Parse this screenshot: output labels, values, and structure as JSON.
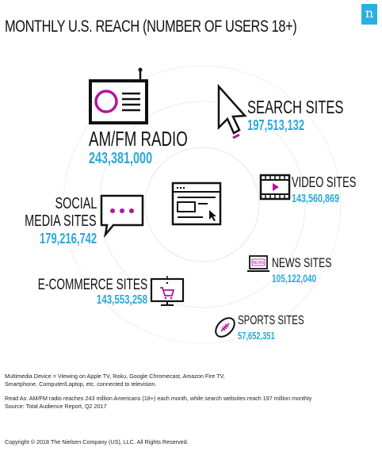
{
  "header": {
    "title": "MONTHLY U.S. REACH (NUMBER OF USERS 18+)",
    "brand_logo_letter": "n"
  },
  "items": [
    {
      "label": "AM/FM RADIO",
      "value": "243,381,000",
      "icon": "radio-icon"
    },
    {
      "label": "SEARCH SITES",
      "value": "197,513,132",
      "icon": "cursor-icon"
    },
    {
      "label": "VIDEO SITES",
      "value": "143,560,869",
      "icon": "film-icon"
    },
    {
      "label_line1": "SOCIAL",
      "label_line2": "MEDIA SITES",
      "value": "179,216,742",
      "icon": "chat-bubble-icon"
    },
    {
      "label": "NEWS SITES",
      "value": "105,122,040",
      "icon": "laptop-news-icon",
      "icon_text": "NEWS"
    },
    {
      "label": "E-COMMERCE SITES",
      "value": "143,553,258",
      "icon": "shopping-cart-monitor-icon"
    },
    {
      "label": "SPORTS SITES",
      "value": "57,652,351",
      "icon": "football-icon"
    }
  ],
  "center_icon": "browser-window-icon",
  "footer": {
    "note1_line1": "Multimedia Device = Viewing on Apple TV, Roku, Google Chromecast, Amazon Fire TV,",
    "note1_line2": "Smartphone, Computer/Laptop, etc. connected to television.",
    "note2_line1": "Read As: AM/FM radio reaches 243 million Americans (18+) each month, while search websites  reach 197 million monthly",
    "note2_line2": "Source: Total Audience Report, Q2 2017",
    "copyright": "Copyright © 2018 The Nielsen Company (US), LLC. All Rights Reserved."
  },
  "colors": {
    "accent_blue": "#2ba8d8",
    "accent_purple": "#b0169b",
    "brand_blue": "#2bb0e3"
  }
}
